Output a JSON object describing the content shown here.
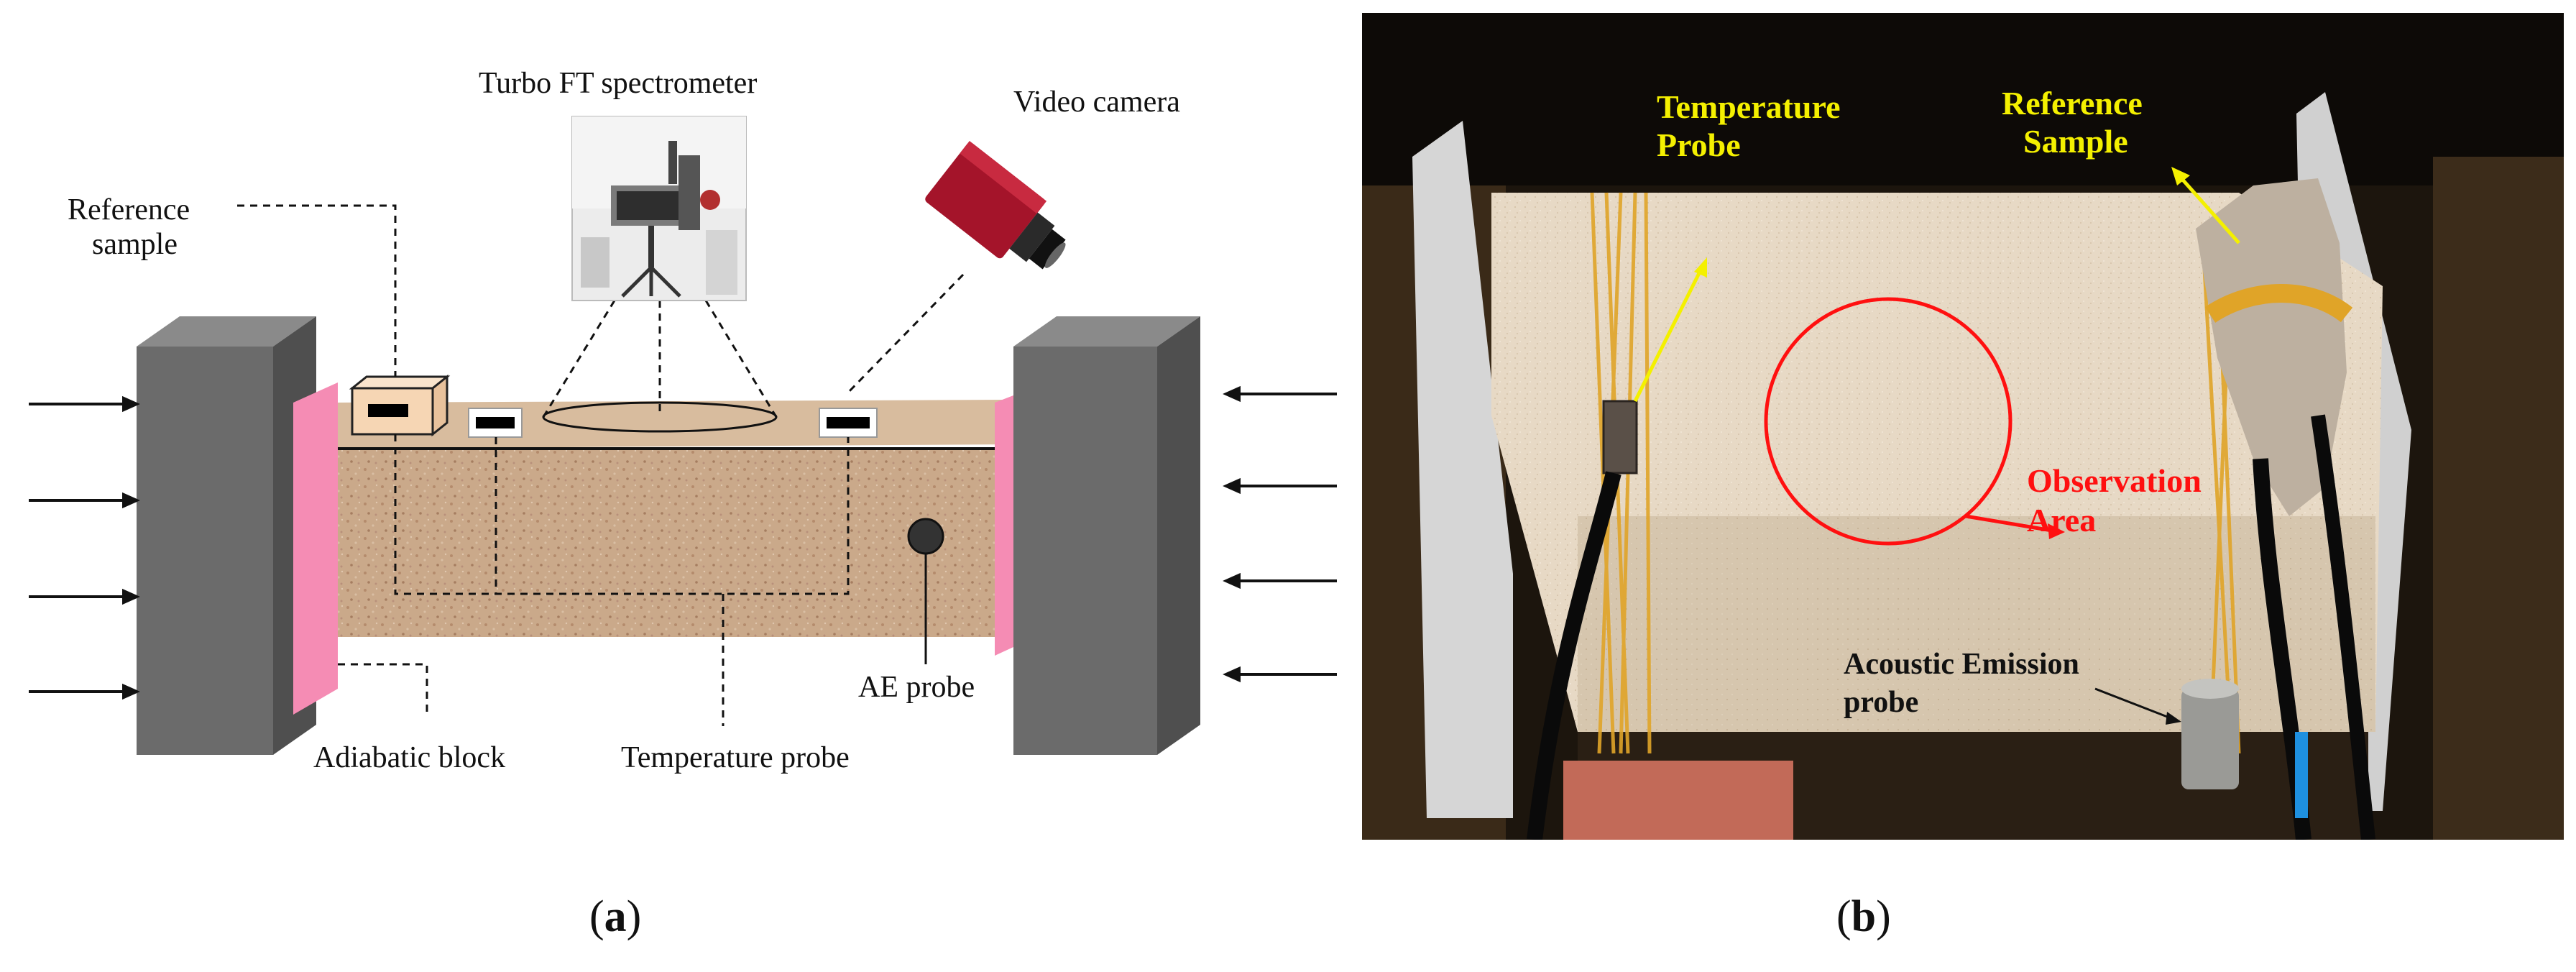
{
  "panel_a": {
    "caption_letter": "a",
    "labels": {
      "spectrometer": "Turbo FT spectrometer",
      "video_camera": "Video camera",
      "reference_sample_line1": "Reference",
      "reference_sample_line2": "sample",
      "adiabatic_block": "Adiabatic block",
      "temperature_probe": "Temperature probe",
      "ae_probe": "AE probe"
    },
    "colors": {
      "platen_face": "#6b6b6b",
      "platen_top": "#8a8a8a",
      "platen_side": "#4f4f4f",
      "adiabatic_block": "#f58cb4",
      "rock_sample": "#caa98a",
      "reference_box": "#f6d6b4"
    }
  },
  "panel_b": {
    "caption_letter": "b",
    "labels": {
      "temperature_probe_line1": "Temperature",
      "temperature_probe_line2": "Probe",
      "reference_sample_line1": "Reference",
      "reference_sample_line2": "Sample",
      "observation_line1": "Observation",
      "observation_line2": "Area",
      "acoustic_line1": "Acoustic Emission",
      "acoustic_line2": "probe"
    },
    "colors": {
      "annotation_yellow": "#f4f000",
      "annotation_red": "#ff1010",
      "sandstone": "#e6d8c4"
    }
  }
}
